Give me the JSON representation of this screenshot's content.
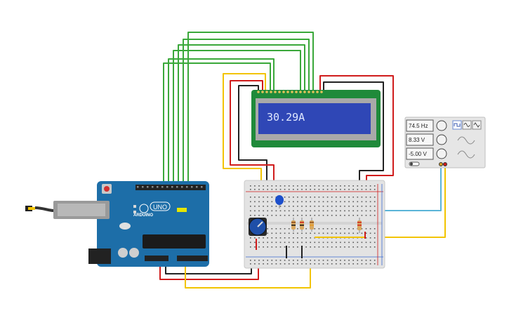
{
  "lcd": {
    "text": "30.29A"
  },
  "arduino": {
    "brand": "ARDUINO",
    "model": "UNO"
  },
  "function_generator": {
    "frequency": "74.5 Hz",
    "amplitude": "8.33 V",
    "offset": "-5.00 V",
    "waveforms": [
      "square",
      "sine",
      "triangle"
    ]
  },
  "colors": {
    "wire_green": "#3aa83a",
    "wire_yellow": "#f2c400",
    "wire_red": "#d01c1c",
    "wire_black": "#222222",
    "wire_cyan": "#5ab4d8",
    "lcd_backlight": "#2f47b6",
    "lcd_board": "#1f8a3a",
    "arduino_board": "#1d6ea8"
  }
}
